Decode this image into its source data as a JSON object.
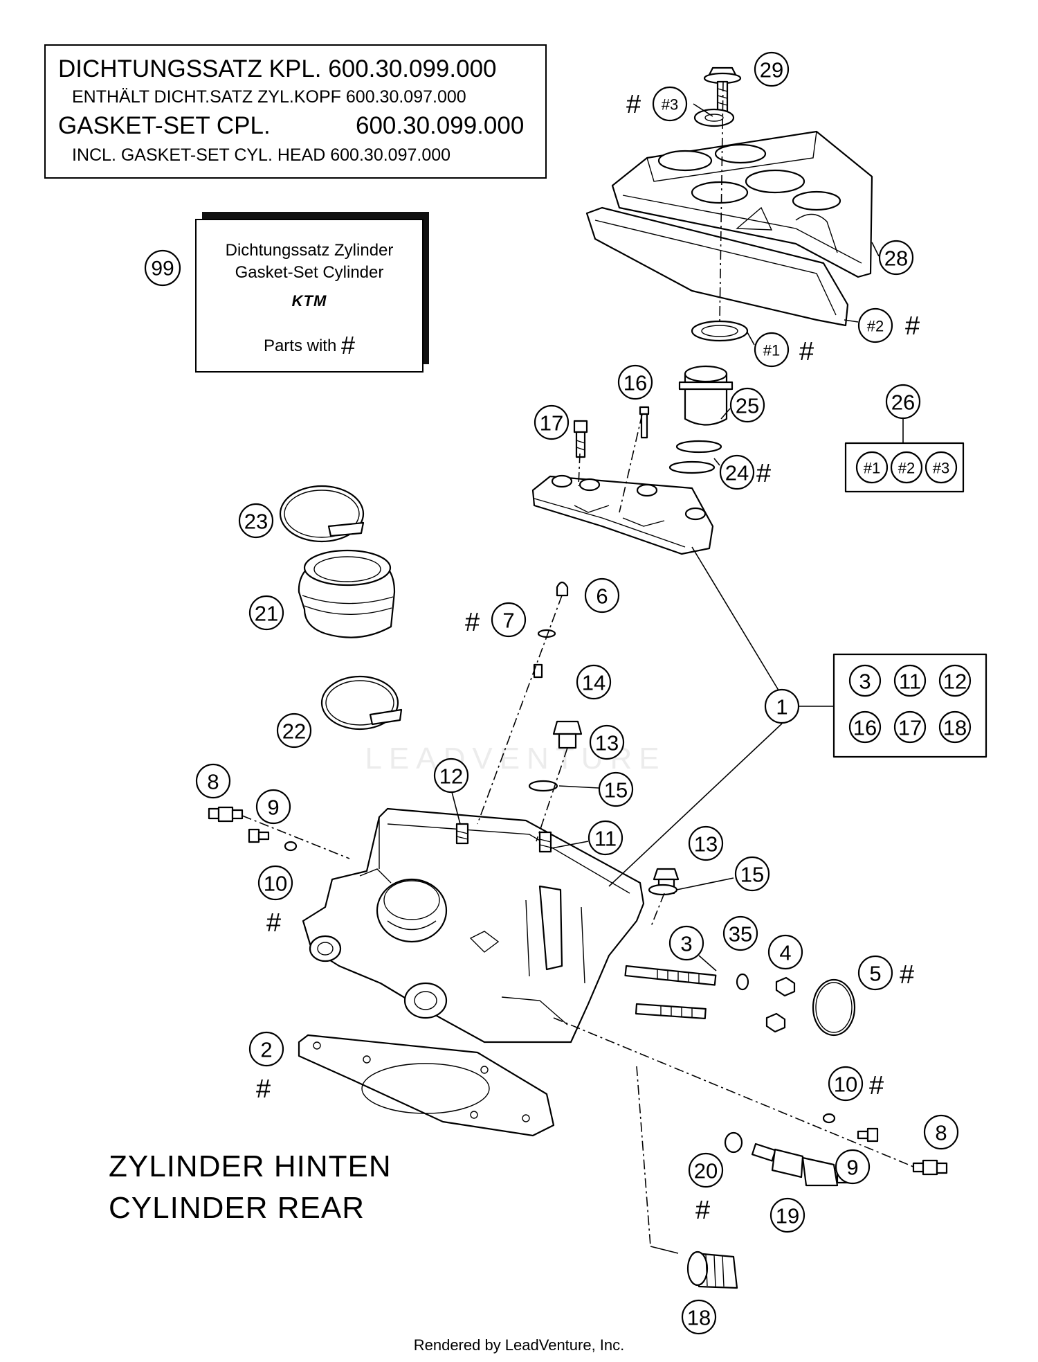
{
  "header": {
    "line1": "DICHTUNGSSATZ KPL. 600.30.099.000",
    "line2": "ENTHÄLT DICHT.SATZ ZYL.KOPF 600.30.097.000",
    "line3_label": "GASKET-SET CPL.",
    "line3_number": "600.30.099.000",
    "line4": "INCL. GASKET-SET CYL. HEAD 600.30.097.000"
  },
  "kit": {
    "callout": "99",
    "line1": "Dichtungssatz Zylinder",
    "line2": "Gasket-Set Cylinder",
    "brand": "KTM",
    "line3": "Parts with",
    "hash": "#"
  },
  "caption": {
    "line1": "ZYLINDER HINTEN",
    "line2": "CYLINDER REAR"
  },
  "footer": "Rendered by LeadVenture, Inc.",
  "watermark": "LEADVENTURE",
  "hash_symbol": "#",
  "callouts": {
    "c29": "29",
    "c3a": "#3",
    "c28": "28",
    "c2a": "#2",
    "c1a": "#1",
    "c16": "16",
    "c25": "25",
    "c17": "17",
    "c24": "24",
    "c26": "26",
    "c23": "23",
    "c21": "21",
    "c6": "6",
    "c7": "7",
    "c14": "14",
    "c22": "22",
    "c1": "1",
    "c13a": "13",
    "c12": "12",
    "c15a": "15",
    "c8a": "8",
    "c9a": "9",
    "c11": "11",
    "c13b": "13",
    "c15b": "15",
    "c10a": "10",
    "c35": "35",
    "c4": "4",
    "c3": "3",
    "c5": "5",
    "c2": "2",
    "c10b": "10",
    "c8b": "8",
    "c9b": "9",
    "c20": "20",
    "c19": "19",
    "c18": "18"
  },
  "group26": {
    "a": "#1",
    "b": "#2",
    "c": "#3"
  },
  "group1": {
    "a": "3",
    "b": "11",
    "c": "12",
    "d": "16",
    "e": "17",
    "f": "18"
  }
}
